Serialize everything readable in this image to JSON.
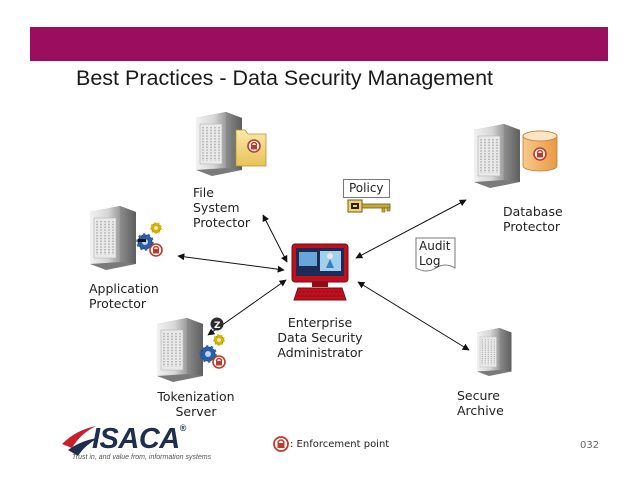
{
  "slide": {
    "title": "Best Practices - Data Security Management",
    "page_number": "032",
    "banner_color": "#9b0d5e"
  },
  "nodes": {
    "file_system_protector": {
      "lines": [
        "File",
        "System",
        "Protector"
      ],
      "icon": "server-with-folder-icon"
    },
    "application_protector": {
      "lines": [
        "Application",
        "Protector"
      ],
      "icon": "server-with-gears-icon"
    },
    "tokenization_server": {
      "lines": [
        "Tokenization",
        "Server"
      ],
      "icon": "server-with-gears-icon"
    },
    "administrator": {
      "lines": [
        "Enterprise",
        "Data Security",
        "Administrator"
      ],
      "icon": "admin-computer-icon"
    },
    "database_protector": {
      "lines": [
        "Database",
        "Protector"
      ],
      "icon": "server-with-database-icon"
    },
    "secure_archive": {
      "lines": [
        "Secure",
        "Archive"
      ],
      "icon": "server-icon"
    }
  },
  "callouts": {
    "policy": {
      "label": "Policy",
      "icon": "key-icon"
    },
    "audit_log": {
      "lines": [
        "Audit",
        "Log"
      ],
      "icon": "document-icon"
    }
  },
  "legend": {
    "text": ": Enforcement point",
    "icon": "enforcement-point-icon",
    "color": "#c0392b"
  },
  "logo": {
    "wordmark": "ISACA",
    "symbol": "®",
    "tagline": "Trust in, and value from, information systems",
    "color": "#1f2d4e"
  }
}
